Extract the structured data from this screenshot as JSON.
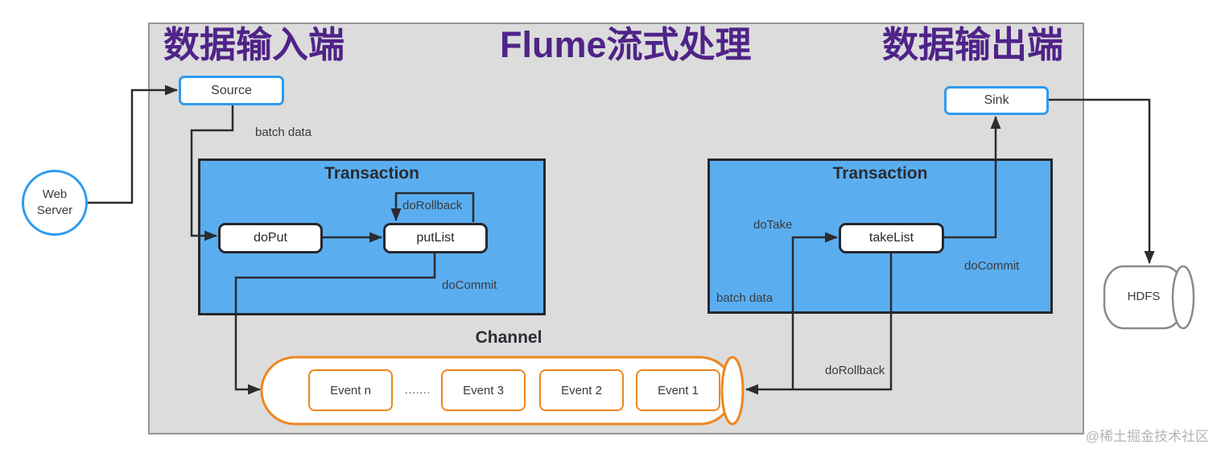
{
  "titles": {
    "input": "数据输入端",
    "center": "Flume流式处理",
    "output": "数据输出端"
  },
  "nodes": {
    "web_server": "Web Server",
    "source": "Source",
    "sink": "Sink",
    "hdfs": "HDFS",
    "do_put": "doPut",
    "put_list": "putList",
    "take_list": "takeList",
    "transaction_left": "Transaction",
    "transaction_right": "Transaction"
  },
  "labels": {
    "batch_data_left": "batch data",
    "do_rollback_left": "doRollback",
    "do_commit_left": "doCommit",
    "do_take": "doTake",
    "batch_data_right": "batch data",
    "do_commit_right": "doCommit",
    "do_rollback_right": "doRollback"
  },
  "channel": {
    "title": "Channel",
    "events": [
      "Event n",
      ".......",
      "Event 3",
      "Event 2",
      "Event 1"
    ]
  },
  "colors": {
    "title_purple": "#4f2388",
    "transaction_blue": "#5aaef0",
    "node_blue_border": "#2f9bee",
    "channel_orange": "#ed861f",
    "line_dark": "#2b2b30",
    "panel_gray": "#dcdcdc"
  },
  "watermark": "@稀土掘金技术社区"
}
